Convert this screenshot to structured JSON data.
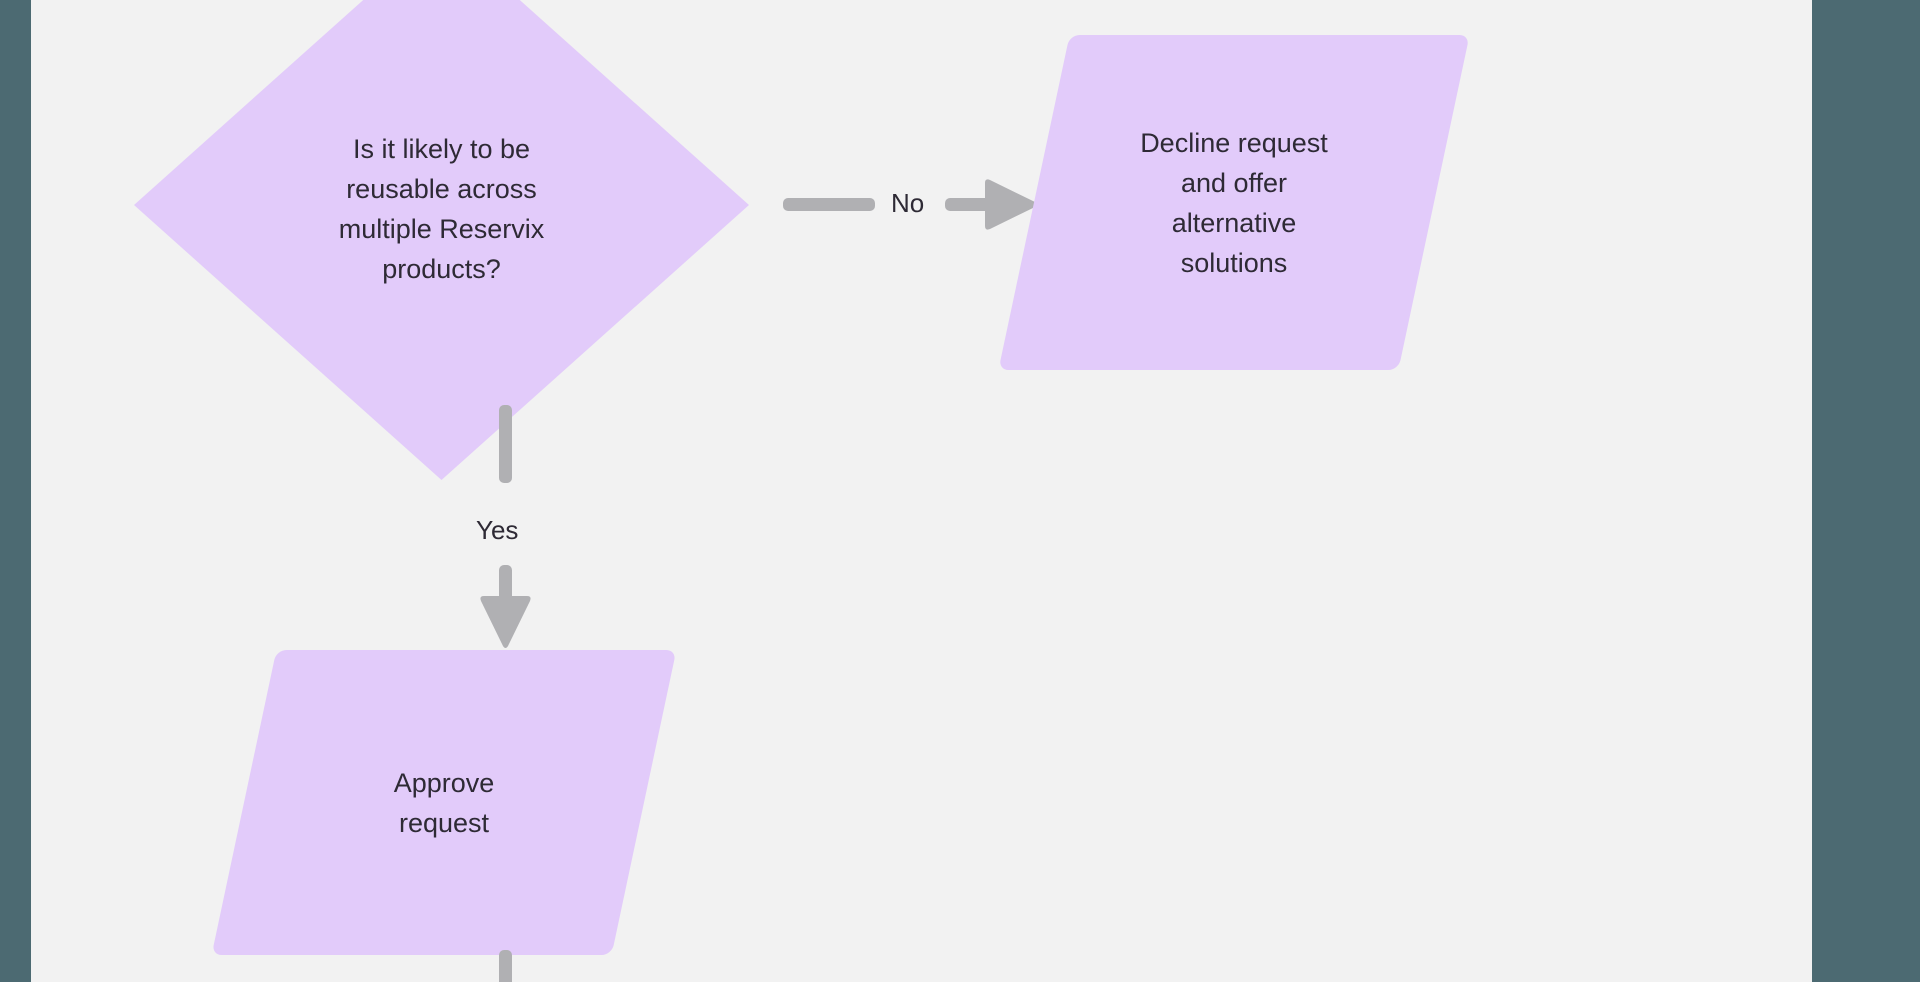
{
  "canvas": {
    "background_color": "#f2f2f2",
    "panel_color": "#4c6a72",
    "node_fill": "#e2cbfa",
    "connector_color": "#b0b0b3",
    "text_color": "#2e2a35"
  },
  "nodes": [
    {
      "id": "decision-reusable",
      "shape": "diamond",
      "label": "Is it likely to be\nreusable across\nmultiple Reservix\nproducts?"
    },
    {
      "id": "decline-request",
      "shape": "parallelogram",
      "label": "Decline request\nand offer\nalternative\nsolutions"
    },
    {
      "id": "approve-request",
      "shape": "parallelogram",
      "label": "Approve\nrequest"
    }
  ],
  "edges": [
    {
      "id": "edge-no",
      "label": "No",
      "from": "decision-reusable",
      "to": "decline-request",
      "direction": "right"
    },
    {
      "id": "edge-yes",
      "label": "Yes",
      "from": "decision-reusable",
      "to": "approve-request",
      "direction": "down"
    },
    {
      "id": "edge-approve-out",
      "label": "",
      "from": "approve-request",
      "to": "",
      "direction": "down"
    }
  ]
}
